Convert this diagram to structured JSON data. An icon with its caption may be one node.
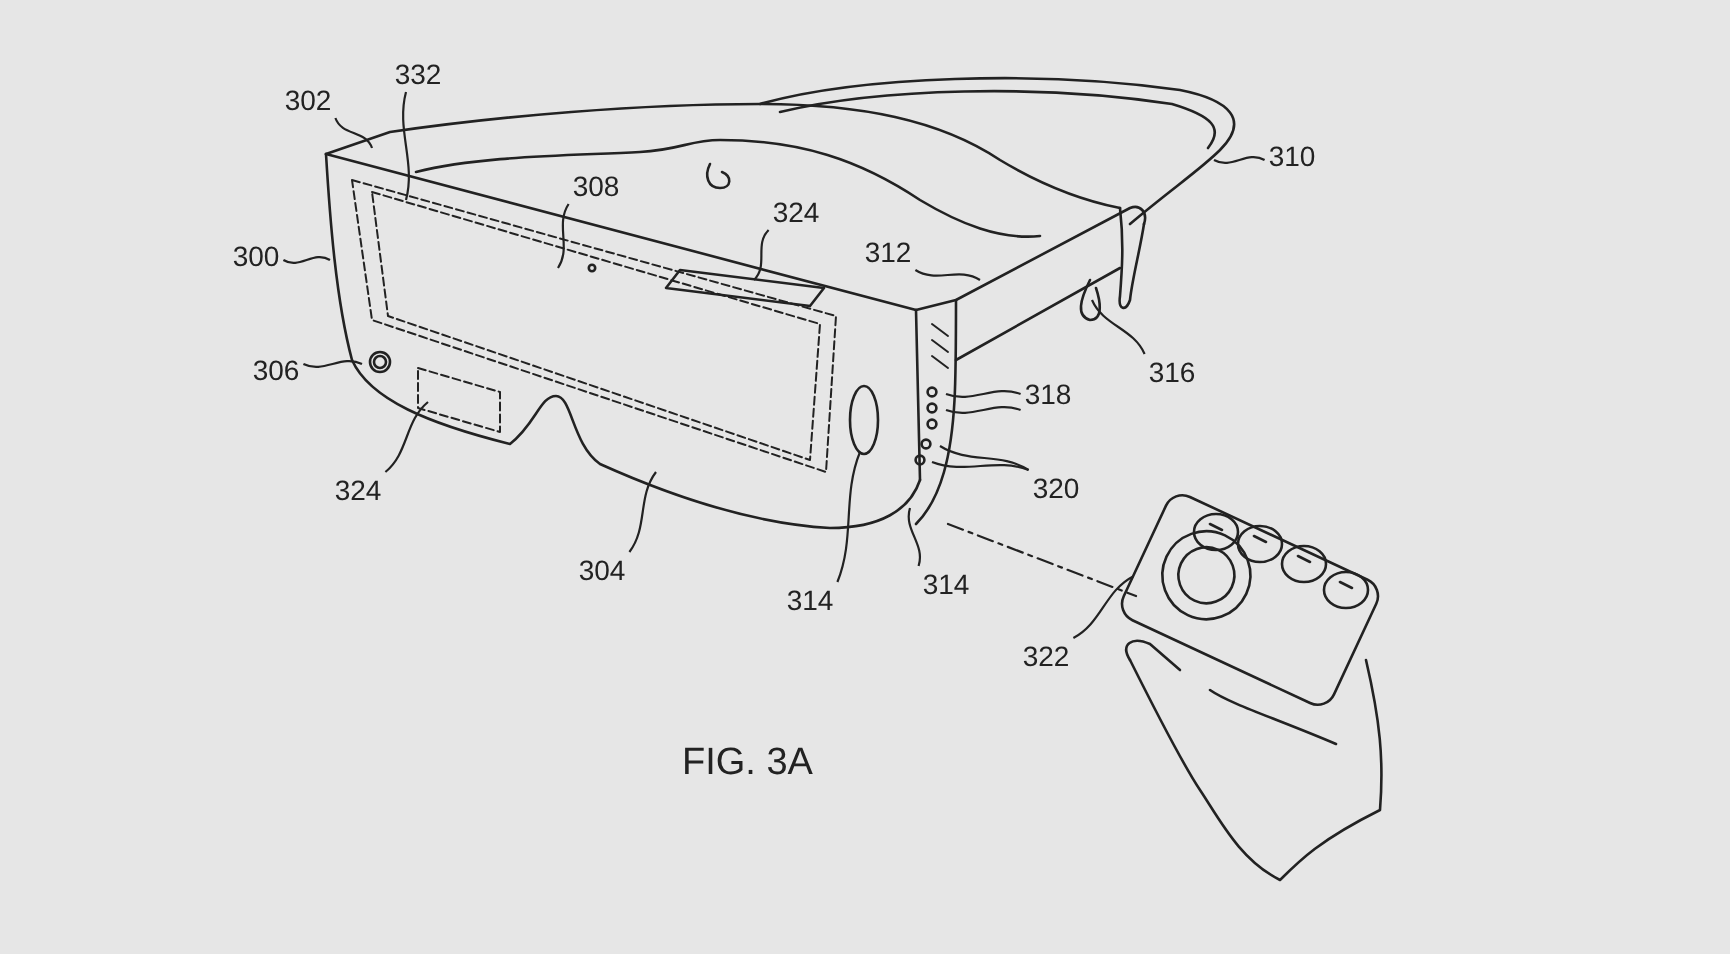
{
  "diagram": {
    "caption": "FIG. 3A",
    "nodes": [
      {
        "text": [
          "302"
        ]
      },
      {
        "text": [
          "332"
        ]
      },
      {
        "text": [
          "308"
        ]
      },
      {
        "text": [
          "324"
        ]
      },
      {
        "text": [
          "310"
        ]
      },
      {
        "text": [
          "300"
        ]
      },
      {
        "text": [
          "312"
        ]
      },
      {
        "text": [
          "306"
        ]
      },
      {
        "text": [
          "318"
        ]
      },
      {
        "text": [
          "316"
        ]
      },
      {
        "text": [
          "320"
        ]
      },
      {
        "text": [
          "324"
        ]
      },
      {
        "text": [
          "304"
        ]
      },
      {
        "text": [
          "314"
        ]
      },
      {
        "text": [
          "314"
        ]
      },
      {
        "text": [
          "322"
        ]
      },
      {
        "text": [],
        "shape": "picture"
      }
    ],
    "edges": [
      {
        "from": 0,
        "to": null,
        "arrow": "none"
      },
      {
        "from": 1,
        "to": null,
        "arrow": "none"
      },
      {
        "from": 2,
        "to": null,
        "arrow": "none"
      },
      {
        "from": 3,
        "to": null,
        "arrow": "none"
      },
      {
        "from": 4,
        "to": null,
        "arrow": "none"
      },
      {
        "from": 5,
        "to": null,
        "arrow": "none"
      },
      {
        "from": 6,
        "to": null,
        "arrow": "none"
      },
      {
        "from": 7,
        "to": null,
        "arrow": "none"
      },
      {
        "from": 8,
        "to": null,
        "arrow": "none"
      },
      {
        "from": 8,
        "to": null,
        "arrow": "none"
      },
      {
        "from": 9,
        "to": null,
        "arrow": "none"
      },
      {
        "from": 10,
        "to": null,
        "arrow": "none"
      },
      {
        "from": 10,
        "to": null,
        "arrow": "none"
      },
      {
        "from": 11,
        "to": null,
        "arrow": "none"
      },
      {
        "from": 12,
        "to": null,
        "arrow": "none"
      },
      {
        "from": 13,
        "to": null,
        "arrow": "none"
      },
      {
        "from": 14,
        "to": null,
        "arrow": "none"
      },
      {
        "from": 15,
        "to": 16,
        "arrow": "none"
      }
    ]
  }
}
